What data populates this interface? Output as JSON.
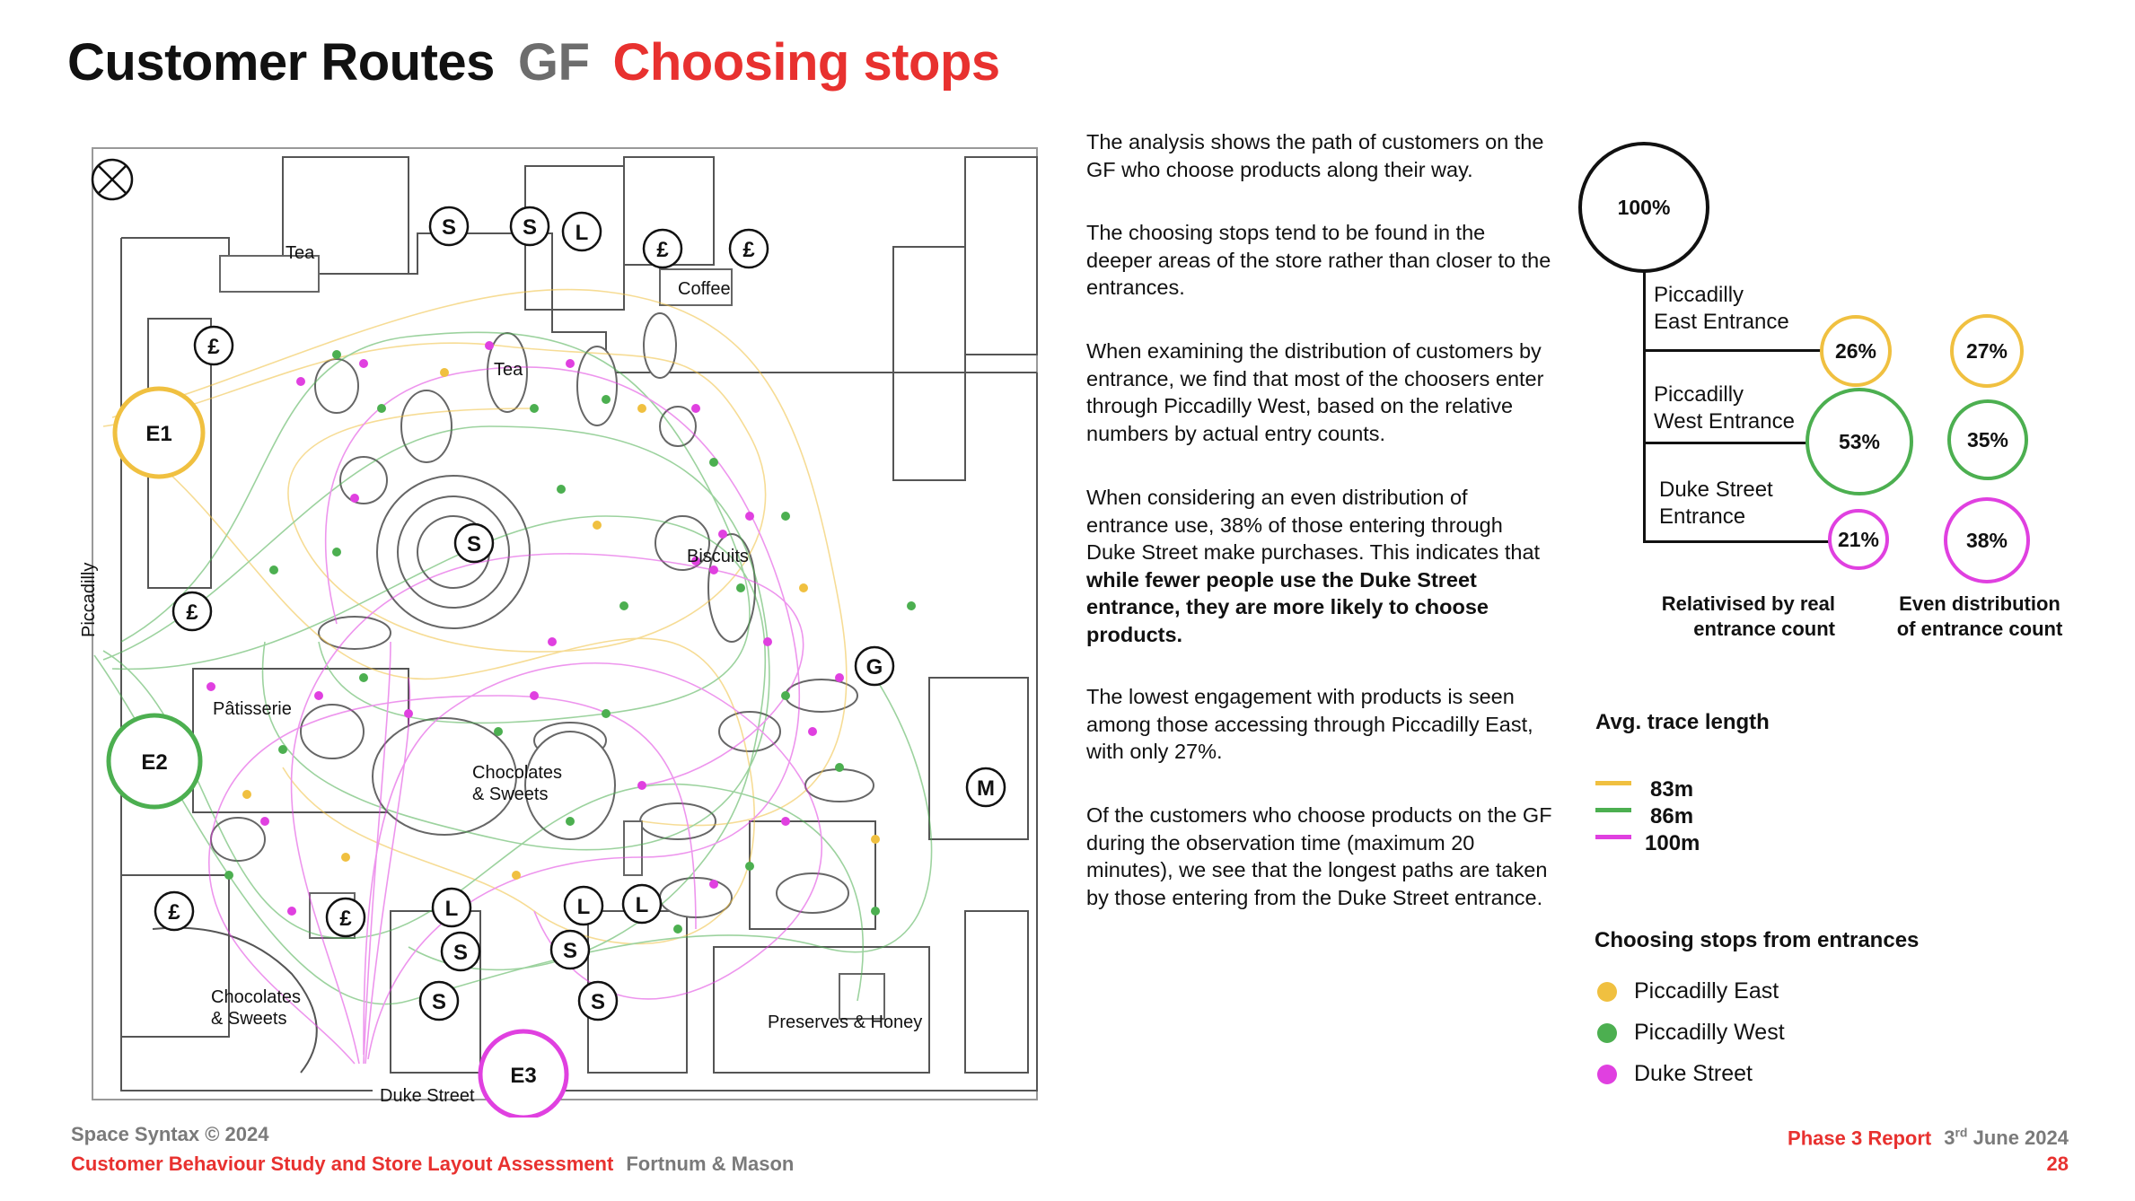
{
  "header": {
    "title_main": "Customer Routes",
    "title_floor": "GF",
    "title_topic": "Choosing stops"
  },
  "paragraphs": {
    "p1": "The analysis shows the path of customers on the GF who choose products along their way.",
    "p2": "The choosing stops tend to be found in the deeper areas of the store rather than closer to the entrances.",
    "p3": "When examining the distribution of customers by entrance, we find that most of the choosers enter through Piccadilly West, based on the relative numbers by actual entry counts.",
    "p4_plain": "When considering an even distribution of entrance use, 38% of those entering through Duke Street make purchases. This indicates that ",
    "p4_bold": "while fewer people use the Duke Street entrance, they are more likely to choose products.",
    "p5": "The lowest engagement with products is seen among those accessing through Piccadilly East, with only 27%.",
    "p6": "Of the customers who choose products on the GF during the observation time (maximum 20 minutes), we see that the longest paths are taken by those entering from the Duke Street entrance."
  },
  "entrance_chart": {
    "total": "100%",
    "entrances": [
      {
        "name_line1": "Piccadilly",
        "name_line2": "East Entrance",
        "relativised": "26%",
        "even": "27%",
        "color": "#f0c040"
      },
      {
        "name_line1": "Piccadilly",
        "name_line2": "West Entrance",
        "relativised": "53%",
        "even": "35%",
        "color": "#4caf50"
      },
      {
        "name_line1": "Duke Street",
        "name_line2": "Entrance",
        "relativised": "21%",
        "even": "38%",
        "color": "#e040e0"
      }
    ],
    "caption_left_1": "Relativised by real",
    "caption_left_2": "entrance count",
    "caption_right_1": "Even distribution",
    "caption_right_2": "of entrance count"
  },
  "trace_legend": {
    "title": "Avg. trace length",
    "items": [
      {
        "label": "83m",
        "color": "#f0c040"
      },
      {
        "label": "86m",
        "color": "#4caf50"
      },
      {
        "label": "100m",
        "color": "#e040e0"
      }
    ]
  },
  "stops_legend": {
    "title": "Choosing stops from entrances",
    "items": [
      {
        "label": "Piccadilly East",
        "color": "#f0c040"
      },
      {
        "label": "Piccadilly West",
        "color": "#4caf50"
      },
      {
        "label": "Duke Street",
        "color": "#e040e0"
      }
    ]
  },
  "map": {
    "labels": {
      "tea_top": "Tea",
      "tea_mid": "Tea",
      "coffee": "Coffee",
      "biscuits": "Biscuits",
      "patisserie": "Pâtisserie",
      "choc_center_1": "Chocolates",
      "choc_center_2": "& Sweets",
      "choc_left_1": "Chocolates",
      "choc_left_2": "& Sweets",
      "preserves": "Preserves & Honey",
      "duke_street": "Duke Street",
      "piccadilly": "Piccadilly"
    },
    "entrances": {
      "e1": "E1",
      "e2": "E2",
      "e3": "E3"
    },
    "symbols": {
      "s": "S",
      "l": "L",
      "pound": "£",
      "g": "G",
      "m": "M"
    }
  },
  "footer": {
    "copyright": "Space Syntax © 2024",
    "study": "Customer Behaviour Study and Store Layout Assessment",
    "client": "Fortnum & Mason",
    "report": "Phase 3 Report",
    "date_day": "3",
    "date_suffix": "rd",
    "date_rest": "June 2024",
    "page": "28"
  }
}
